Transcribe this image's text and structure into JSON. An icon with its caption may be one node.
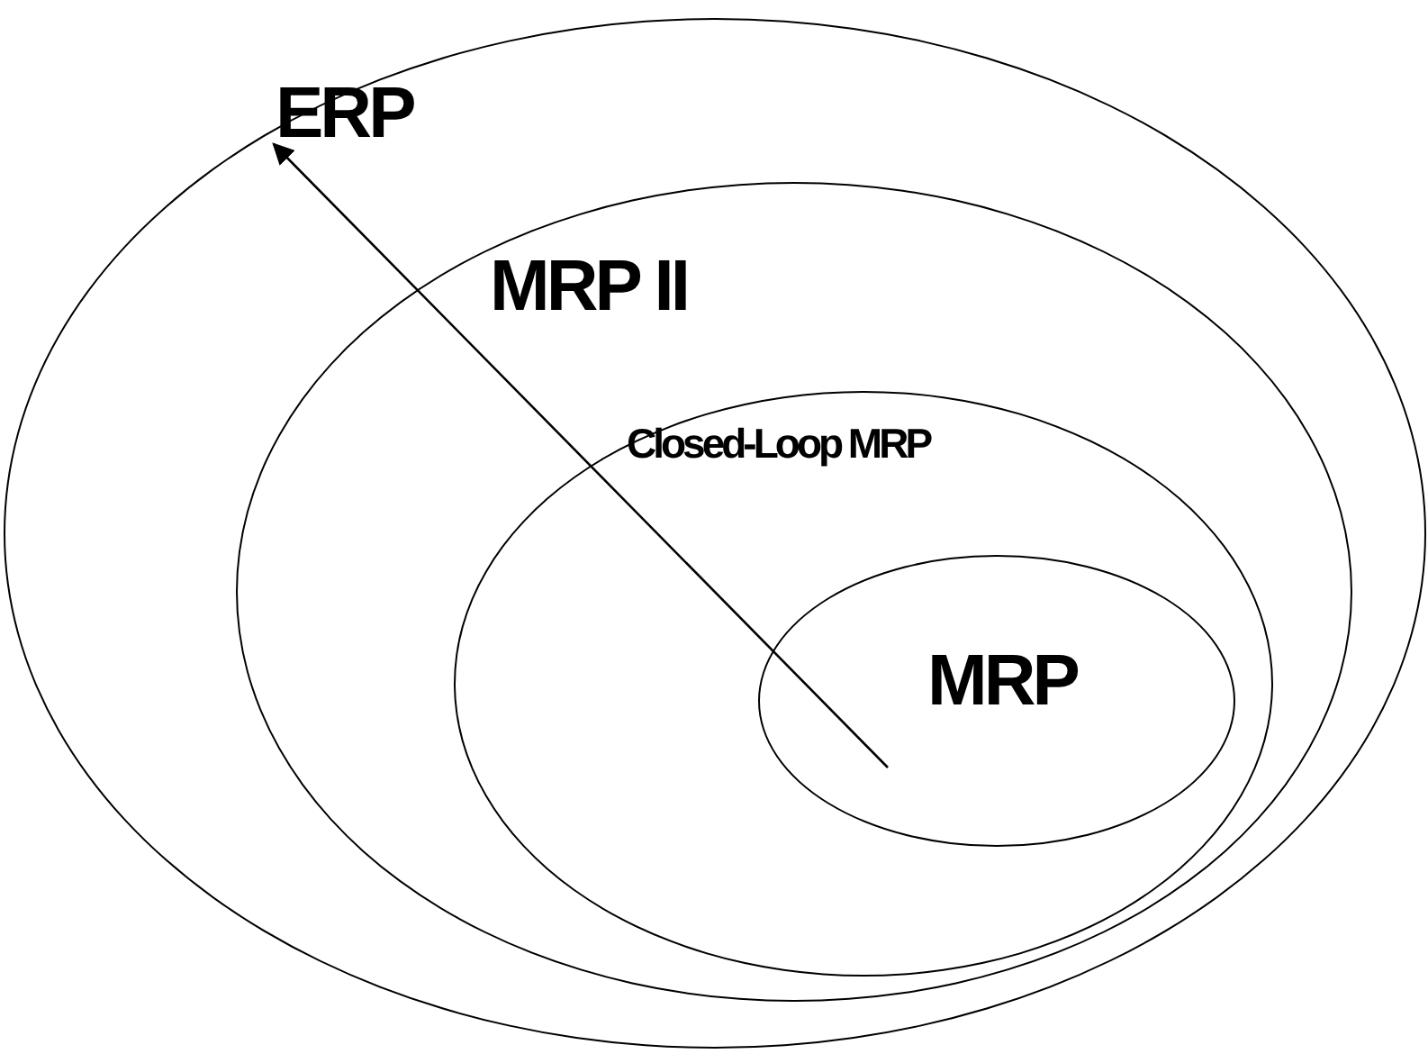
{
  "diagram": {
    "nodes": [
      {
        "text": [
          "ERP"
        ]
      },
      {
        "text": [
          "MRP II"
        ],
        "in": 0
      },
      {
        "text": [
          "Closed-Loop MRP"
        ],
        "in": 1
      },
      {
        "text": [
          "MRP"
        ],
        "in": 2
      }
    ],
    "edges": [
      {
        "from": 3,
        "to": 0,
        "arrow": "to"
      }
    ]
  }
}
